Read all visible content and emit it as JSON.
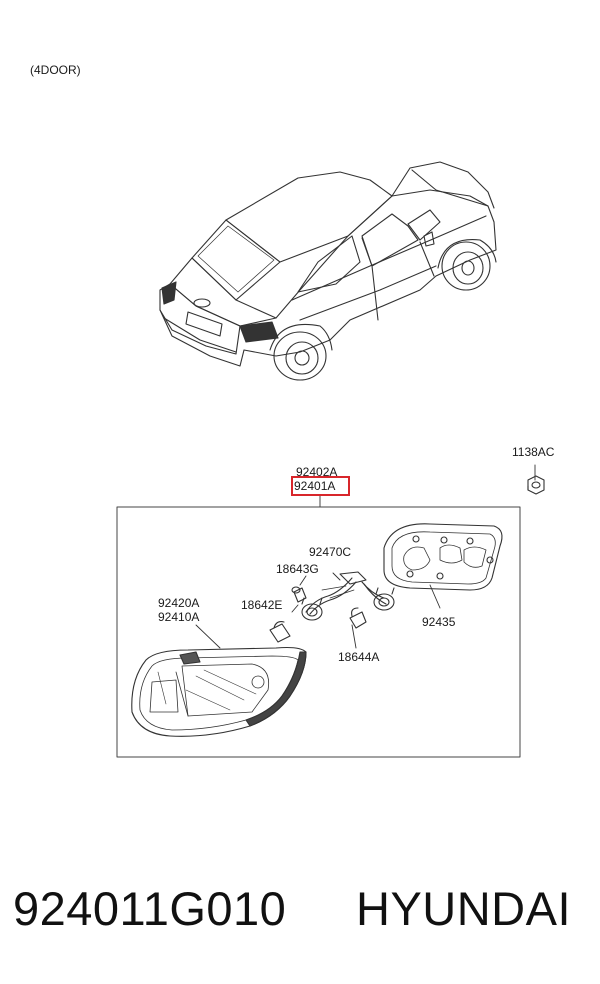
{
  "header": {
    "door_note": "(4DOOR)"
  },
  "callouts": {
    "c_1138AC": "1138AC",
    "c_92402A": "92402A",
    "c_92401A": "92401A",
    "c_92470C": "92470C",
    "c_18643G": "18643G",
    "c_92420A": "92420A",
    "c_92410A": "92410A",
    "c_18642E": "18642E",
    "c_92435": "92435",
    "c_18644A": "18644A"
  },
  "highlight": {
    "part": "92401A",
    "color": "#d8262b"
  },
  "footer": {
    "part_number": "924011G010",
    "brand": "HYUNDAI"
  },
  "icons": [
    "car-illustration",
    "tail-lamp-icon",
    "gasket-icon",
    "socket-wiring-icon",
    "bulb-icon",
    "nut-icon"
  ]
}
